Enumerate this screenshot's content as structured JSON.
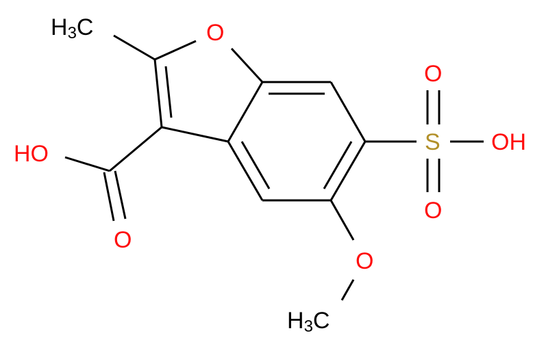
{
  "molecule": {
    "colors": {
      "carbon": "#000000",
      "oxygen": "#ff0d0d",
      "sulfur": "#b2902a",
      "bond": "#000000",
      "background": "#ffffff"
    },
    "labels": {
      "methyl_top": {
        "h": "H",
        "sub": "3",
        "c": "C"
      },
      "ring_oxygen": "O",
      "hydroxyl_acid": "HO",
      "carbonyl_oxygen": "O",
      "sulfonyl_oxygen_top": "O",
      "sulfur": "S",
      "sulfonic_oh": "OH",
      "sulfonyl_oxygen_bottom": "O",
      "methoxy_oxygen": "O",
      "methyl_bottom": {
        "h": "H",
        "sub": "3",
        "c": "C"
      }
    }
  }
}
